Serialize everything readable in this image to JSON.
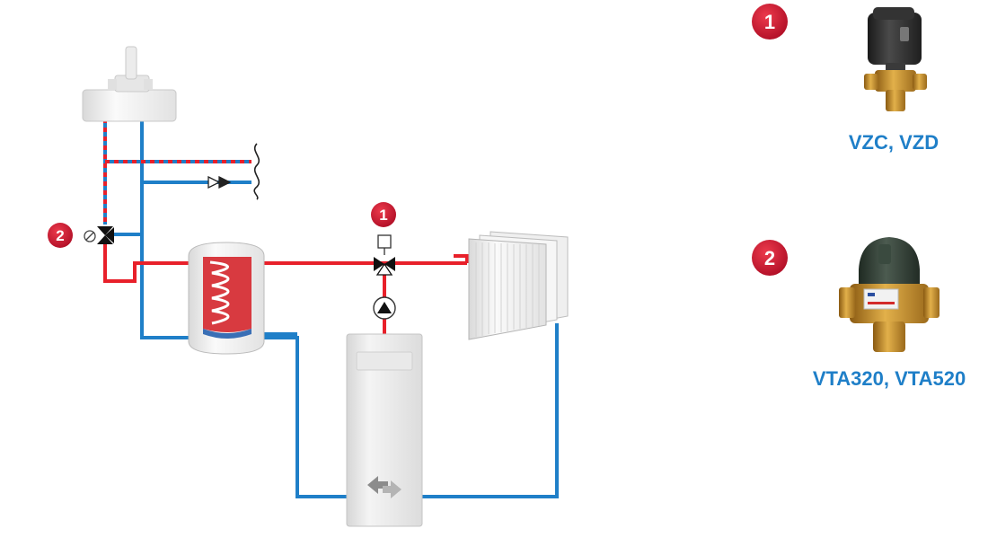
{
  "diagram": {
    "badges": {
      "diagram_valve_1": "1",
      "diagram_valve_2": "2"
    }
  },
  "legend": {
    "items": [
      {
        "number": "1",
        "product_name": "VZC, VZD",
        "icon": "zone-valve-with-actuator-icon"
      },
      {
        "number": "2",
        "product_name": "VTA320, VTA520",
        "icon": "thermostatic-mixing-valve-icon"
      }
    ]
  },
  "colors": {
    "hot_pipe": "#e8202a",
    "cold_pipe": "#1f7fc8",
    "badge": "#c8102e",
    "caption": "#1f7fc8"
  }
}
